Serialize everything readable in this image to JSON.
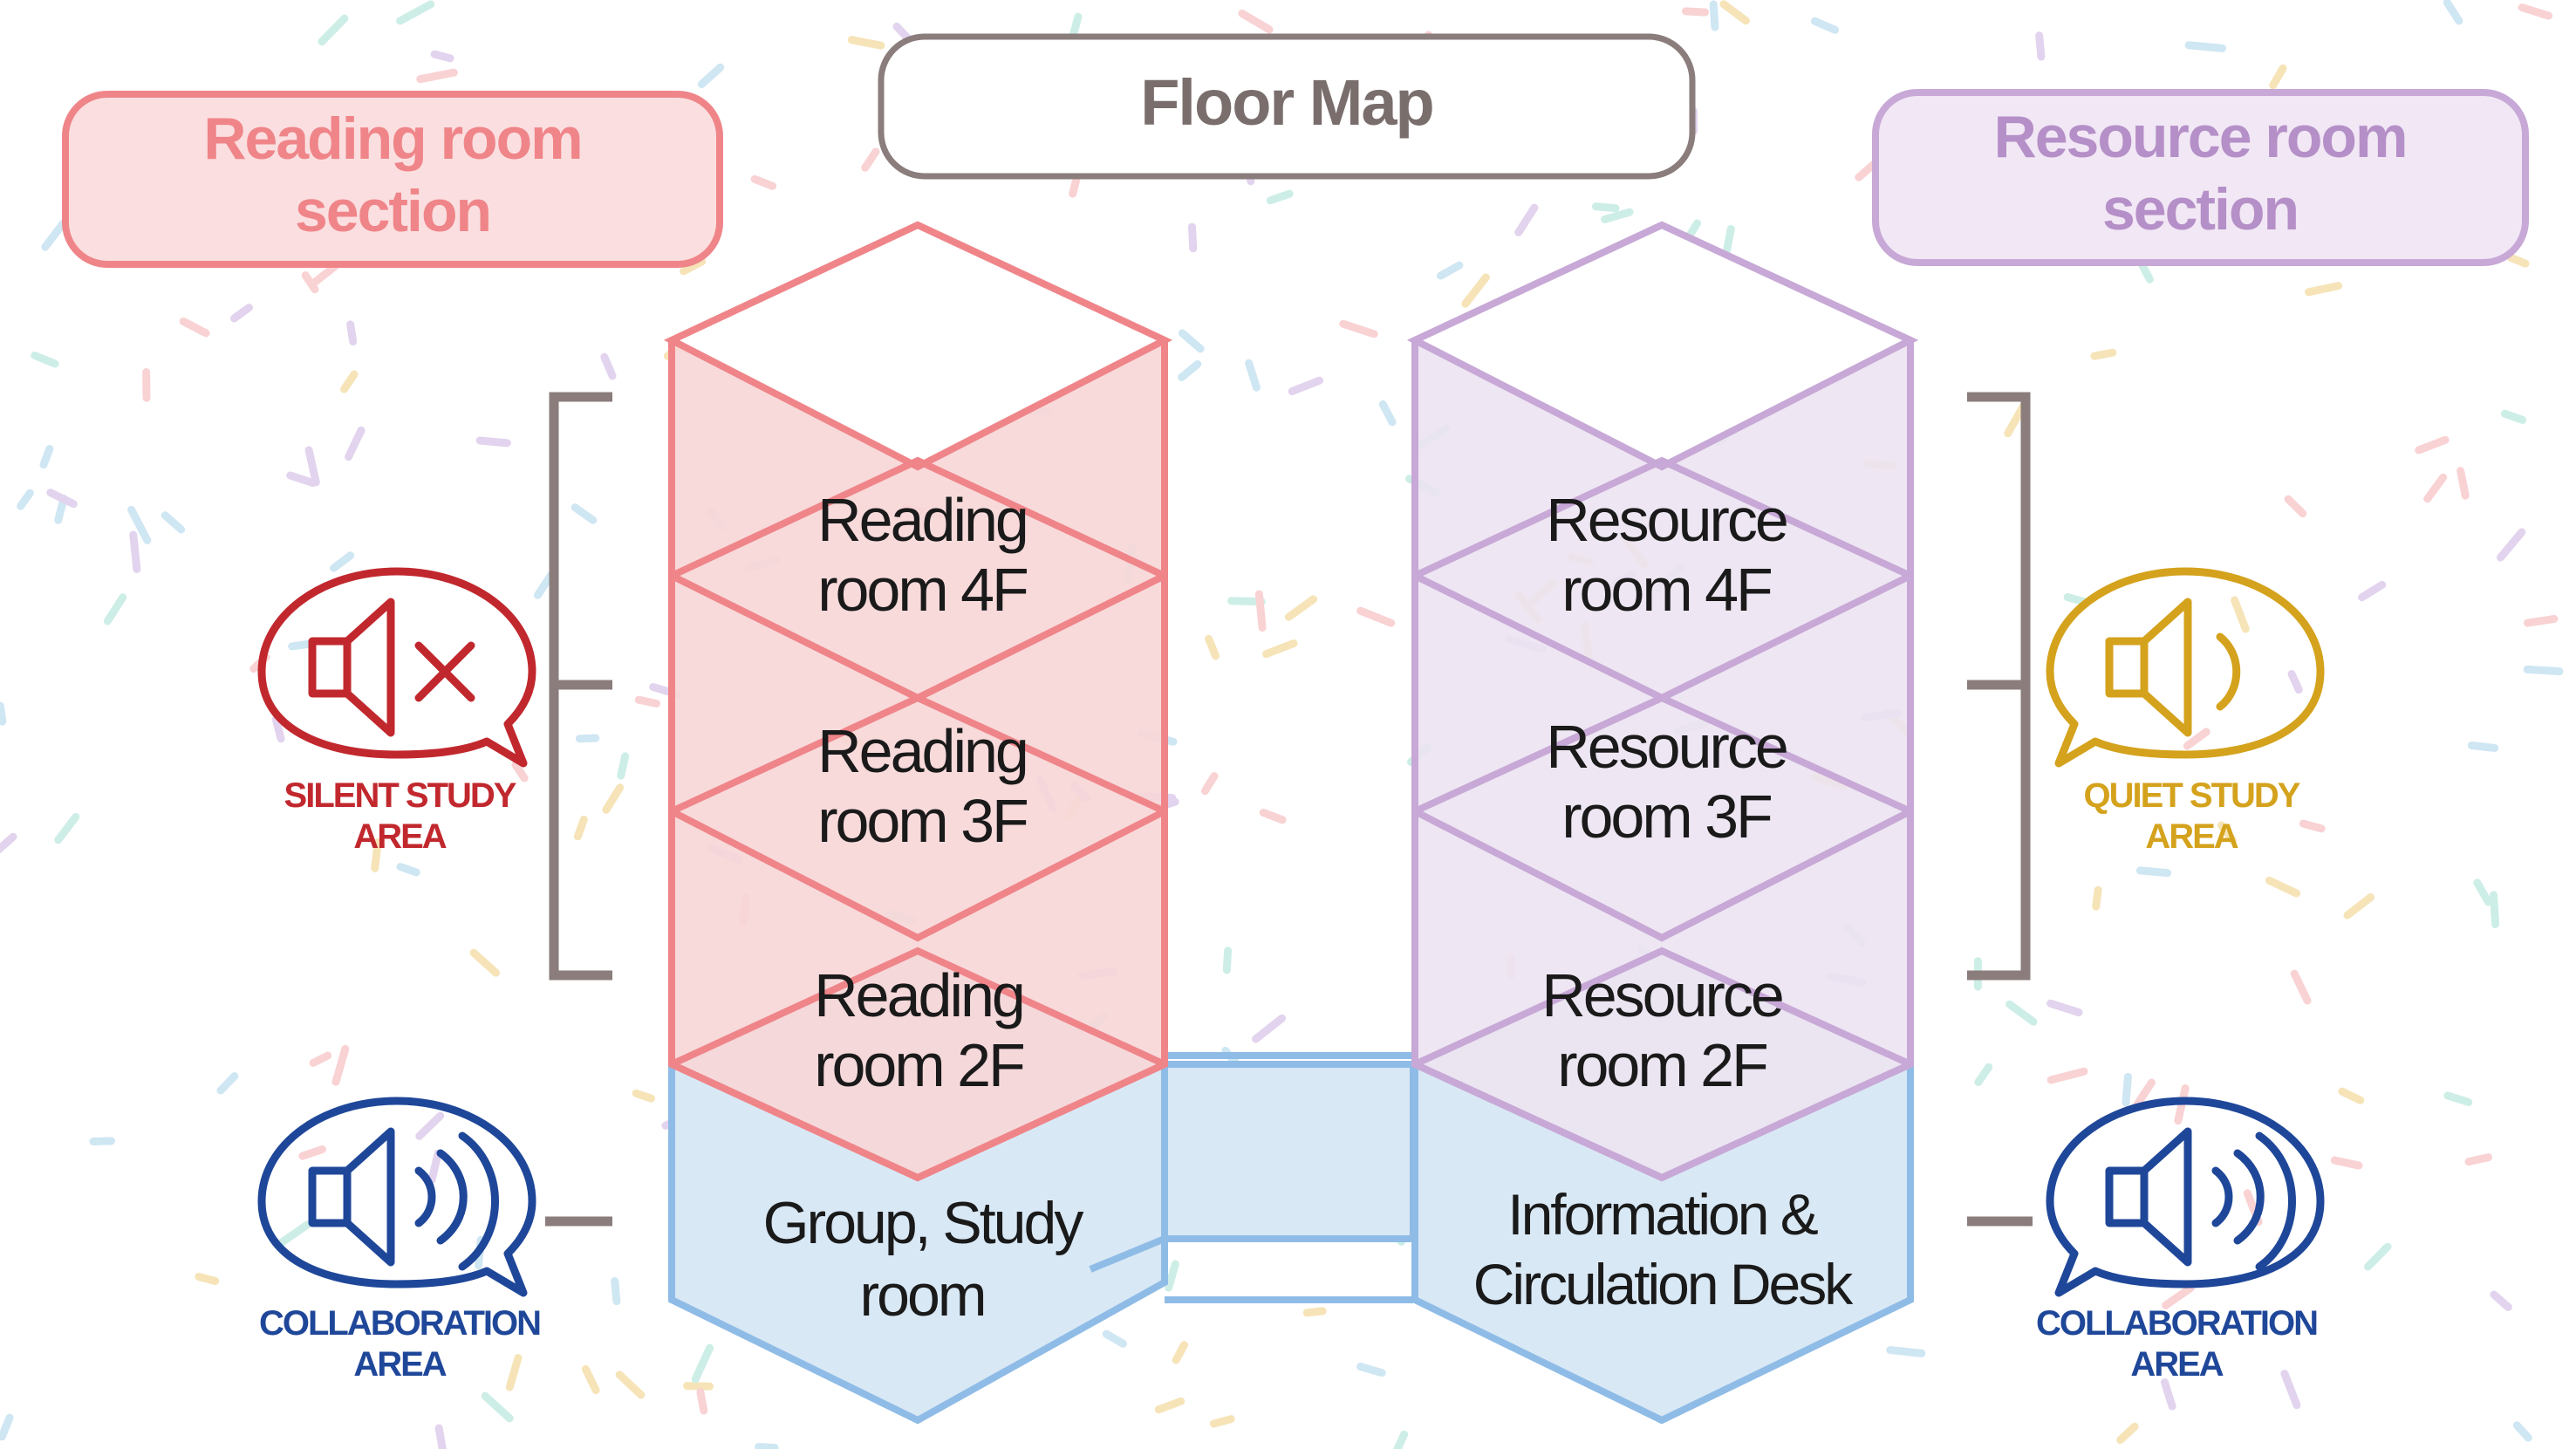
{
  "title": "Floor Map",
  "sections": {
    "reading": {
      "line1": "Reading room",
      "line2": "section"
    },
    "resource": {
      "line1": "Resource room",
      "line2": "section"
    }
  },
  "reading_rooms": {
    "r4": {
      "line1": "Reading",
      "line2": "room 4F"
    },
    "r3": {
      "line1": "Reading",
      "line2": "room 3F"
    },
    "r2": {
      "line1": "Reading",
      "line2": "room 2F"
    }
  },
  "resource_rooms": {
    "r4": {
      "line1": "Resource",
      "line2": "room 4F"
    },
    "r3": {
      "line1": "Resource",
      "line2": "room 3F"
    },
    "r2": {
      "line1": "Resource",
      "line2": "room 2F"
    }
  },
  "ground": {
    "left": {
      "line1": "Group, Study",
      "line2": "room"
    },
    "right": {
      "line1": "Information &",
      "line2": "Circulation Desk"
    }
  },
  "areas": {
    "silent": {
      "line1": "SILENT STUDY",
      "line2": "AREA"
    },
    "quiet": {
      "line1": "QUIET STUDY",
      "line2": "AREA"
    },
    "collab_left": {
      "line1": "COLLABORATION",
      "line2": "AREA"
    },
    "collab_right": {
      "line1": "COLLABORATION",
      "line2": "AREA"
    }
  },
  "colors": {
    "reading": "#ef8589",
    "reading_fill": "#f7d6d7",
    "resource": "#c7a8d6",
    "resource_fill": "#ece3f1",
    "ground": "#8fbce6",
    "ground_fill": "#d9e8f5",
    "silent": "#c1282e",
    "quiet": "#d4a21c",
    "collab": "#1f4799",
    "title_border": "#8a7d7c",
    "bracket": "#8a7d7c",
    "text": "#1a1a1a"
  },
  "icons": [
    "mute-speaker-icon",
    "speaker-low-icon",
    "speaker-loud-icon"
  ]
}
